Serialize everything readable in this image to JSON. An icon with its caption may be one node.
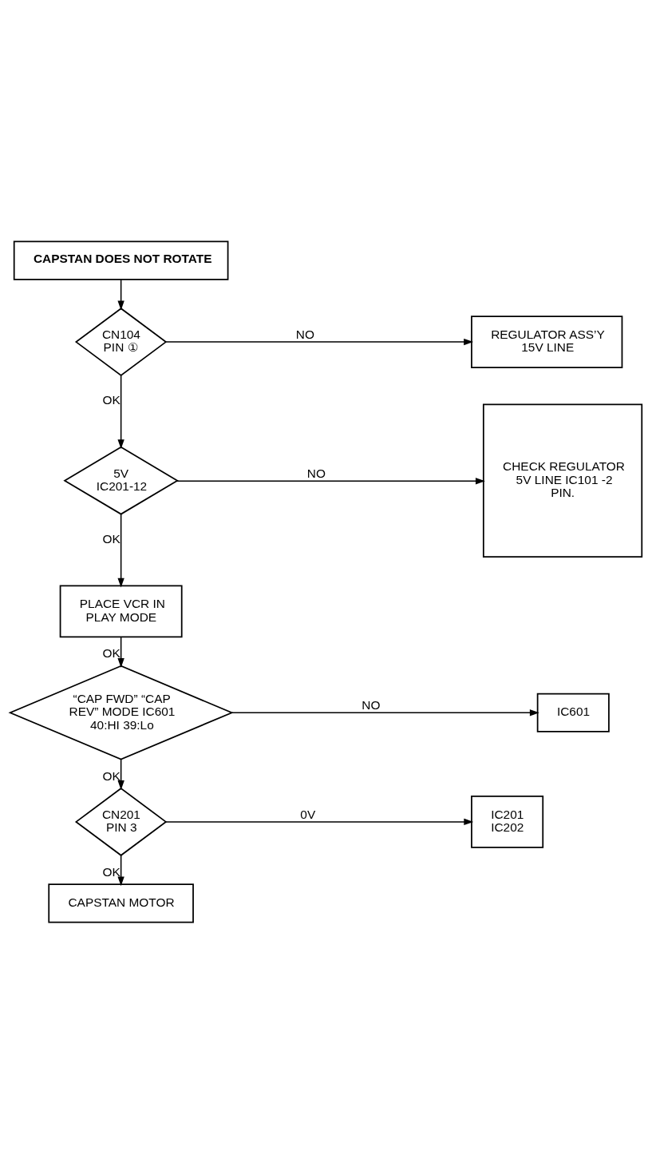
{
  "diagram": {
    "nodes": [
      {
        "text": [
          "CAPSTAN DOES NOT ROTATE"
        ]
      },
      {
        "text": [
          "CN104 PIN ①"
        ]
      },
      {
        "text": [
          "REGULATOR ASS’Y 15V LINE"
        ]
      },
      {
        "text": [
          "5V IC201-12"
        ]
      },
      {
        "text": [
          "CHECK REGULATOR 5V LINE IC101 -2 PIN."
        ]
      },
      {
        "text": [
          "PLACE VCR IN PLAY MODE"
        ]
      },
      {
        "text": [
          "“CAP FWD” “CAP REV” MODE IC601 40:HI 39:Lo"
        ]
      },
      {
        "text": [
          "IC601"
        ]
      },
      {
        "text": [
          "CN201 PIN 3"
        ]
      },
      {
        "text": [
          "IC201 IC202"
        ]
      },
      {
        "text": [
          "CAPSTAN MOTOR"
        ]
      }
    ],
    "edges": [
      {
        "from": 0,
        "to": 1,
        "arrow": "to"
      },
      {
        "from": 1,
        "to": 2,
        "arrow": "to",
        "label": "NO"
      },
      {
        "from": 1,
        "to": 3,
        "arrow": "to",
        "label": "OK"
      },
      {
        "from": 3,
        "to": 4,
        "arrow": "to",
        "label": "NO"
      },
      {
        "from": 3,
        "to": 5,
        "arrow": "to",
        "label": "OK"
      },
      {
        "from": 5,
        "to": 6,
        "arrow": "to",
        "label": "OK"
      },
      {
        "from": 6,
        "to": 7,
        "arrow": "to",
        "label": "NO"
      },
      {
        "from": 6,
        "to": 8,
        "arrow": "to",
        "label": "OK"
      },
      {
        "from": 8,
        "to": 9,
        "arrow": "to",
        "label": "0V"
      },
      {
        "from": 8,
        "to": 10,
        "arrow": "to",
        "label": "OK"
      }
    ]
  }
}
